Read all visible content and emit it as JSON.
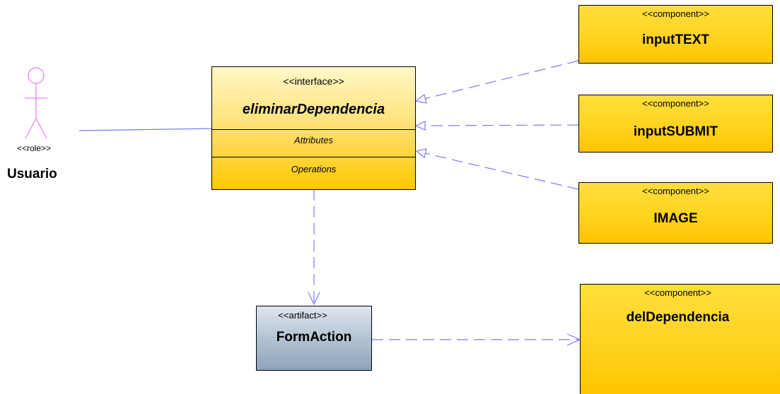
{
  "actor": {
    "stereotype": "<<role>>",
    "name": "Usuario"
  },
  "interface": {
    "stereotype": "<<interface>>",
    "name": "eliminarDependencia",
    "attributes_label": "Attributes",
    "operations_label": "Operations"
  },
  "components": [
    {
      "stereotype": "<<component>>",
      "name": "inputTEXT"
    },
    {
      "stereotype": "<<component>>",
      "name": "inputSUBMIT"
    },
    {
      "stereotype": "<<component>>",
      "name": "IMAGE"
    },
    {
      "stereotype": "<<component>>",
      "name": "delDependencia"
    }
  ],
  "artifact": {
    "stereotype": "<<artifact>>",
    "name": "FormAction"
  },
  "colors": {
    "connector": "#7b7bf5",
    "actor": "#f27ff2",
    "component_fill": "#ffc800",
    "interface_fill": "#fff3a6",
    "artifact_fill": "#a9bbcf"
  }
}
